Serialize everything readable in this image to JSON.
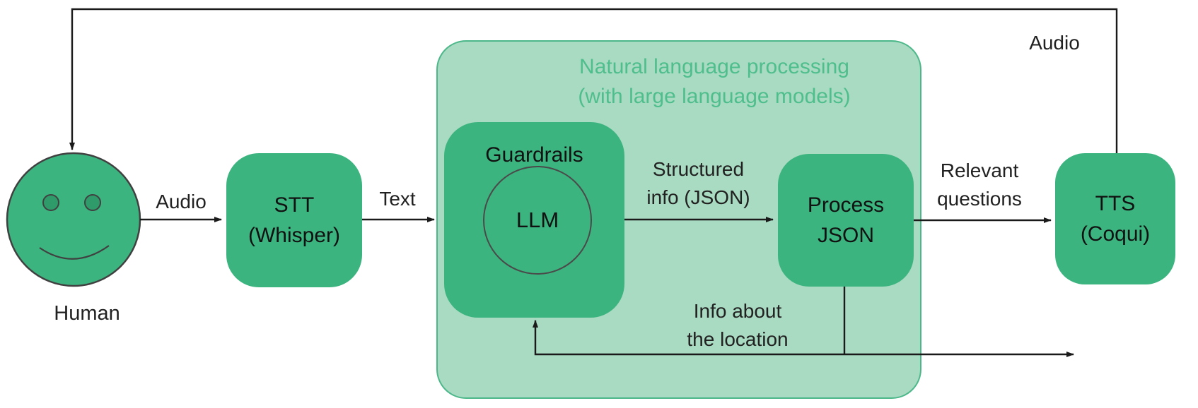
{
  "colors": {
    "node_fill": "#3cb47f",
    "container_fill": "#a9dbc2",
    "container_border": "#4cb88a",
    "container_title": "#4fbe8d",
    "eye_fill": "#2f9b6b",
    "face_outline": "#404040",
    "circle_outline": "#4a4a4a",
    "line": "#1a1a1a",
    "text": "#212121",
    "background": "#ffffff"
  },
  "container": {
    "title_line1": "Natural language processing",
    "title_line2": "(with large language models)"
  },
  "nodes": {
    "human": {
      "label": "Human"
    },
    "stt": {
      "line1": "STT",
      "line2": "(Whisper)"
    },
    "guardrails": {
      "label": "Guardrails",
      "core": "LLM"
    },
    "process_json": {
      "line1": "Process",
      "line2": "JSON"
    },
    "tts": {
      "line1": "TTS",
      "line2": "(Coqui)"
    }
  },
  "edge_labels": {
    "human_to_stt": "Audio",
    "stt_to_nlp": "Text",
    "llm_to_process_line1": "Structured",
    "llm_to_process_line2": "info (JSON)",
    "process_to_tts_line1": "Relevant",
    "process_to_tts_line2": "questions",
    "tts_to_human": "Audio",
    "location_feedback_line1": "Info about",
    "location_feedback_line2": "the location"
  }
}
